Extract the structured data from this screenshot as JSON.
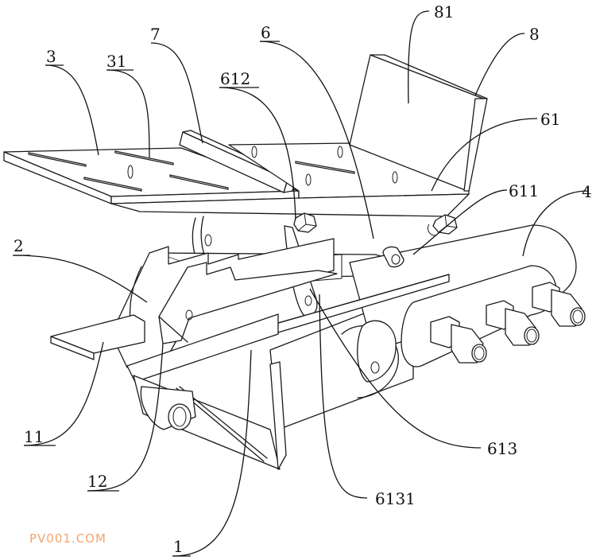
{
  "figure": {
    "type": "patent technical drawing (isometric assembly view)",
    "labels": [
      {
        "id": "81",
        "text": "81"
      },
      {
        "id": "8",
        "text": "8"
      },
      {
        "id": "7",
        "text": "7"
      },
      {
        "id": "6",
        "text": "6"
      },
      {
        "id": "3",
        "text": "3"
      },
      {
        "id": "31",
        "text": "31"
      },
      {
        "id": "612",
        "text": "612"
      },
      {
        "id": "61",
        "text": "61"
      },
      {
        "id": "611",
        "text": "611"
      },
      {
        "id": "4",
        "text": "4"
      },
      {
        "id": "2",
        "text": "2"
      },
      {
        "id": "11",
        "text": "11"
      },
      {
        "id": "12",
        "text": "12"
      },
      {
        "id": "613",
        "text": "613"
      },
      {
        "id": "6131",
        "text": "6131"
      },
      {
        "id": "1",
        "text": "1"
      }
    ]
  },
  "watermark": "PV001.COM"
}
